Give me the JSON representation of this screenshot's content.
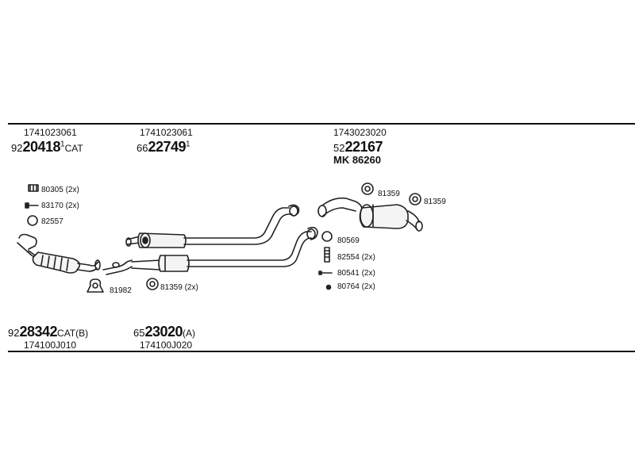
{
  "top_labels": [
    {
      "code": "1741023061",
      "prefix": "92",
      "main": "20418",
      "mark": "1",
      "suffix": "CAT"
    },
    {
      "code": "1741023061",
      "prefix": "66",
      "main": "22749",
      "mark": "1",
      "suffix": ""
    },
    {
      "code": "1743023020",
      "prefix": "52",
      "main": "22167",
      "mark": "",
      "suffix": ""
    }
  ],
  "mk_label": "MK  86260",
  "bottom_labels": [
    {
      "prefix": "92",
      "main": "28342",
      "suffix": "CAT(B)",
      "code": "174100J010"
    },
    {
      "prefix": "65",
      "main": "23020",
      "suffix": "(A)",
      "code": "174100J020"
    }
  ],
  "parts_left": [
    {
      "label": "80305 (2x)",
      "icon": "clamp-icon"
    },
    {
      "label": "83170 (2x)",
      "icon": "bolt-icon"
    },
    {
      "label": "82557",
      "icon": "ring-icon"
    }
  ],
  "parts_lower_left": [
    {
      "label": "81982",
      "icon": "hanger-icon"
    },
    {
      "label": "81359 (2x)",
      "icon": "rubber-mount-icon"
    }
  ],
  "parts_right_top": [
    {
      "label": "81359",
      "icon": "rubber-mount-icon"
    },
    {
      "label": "81359",
      "icon": "rubber-mount-icon"
    }
  ],
  "parts_right_list": [
    {
      "label": "80569",
      "icon": "ring-icon"
    },
    {
      "label": "82554 (2x)",
      "icon": "spring-icon"
    },
    {
      "label": "80541 (2x)",
      "icon": "bolt-icon"
    },
    {
      "label": "80764 (2x)",
      "icon": "nut-icon"
    }
  ]
}
